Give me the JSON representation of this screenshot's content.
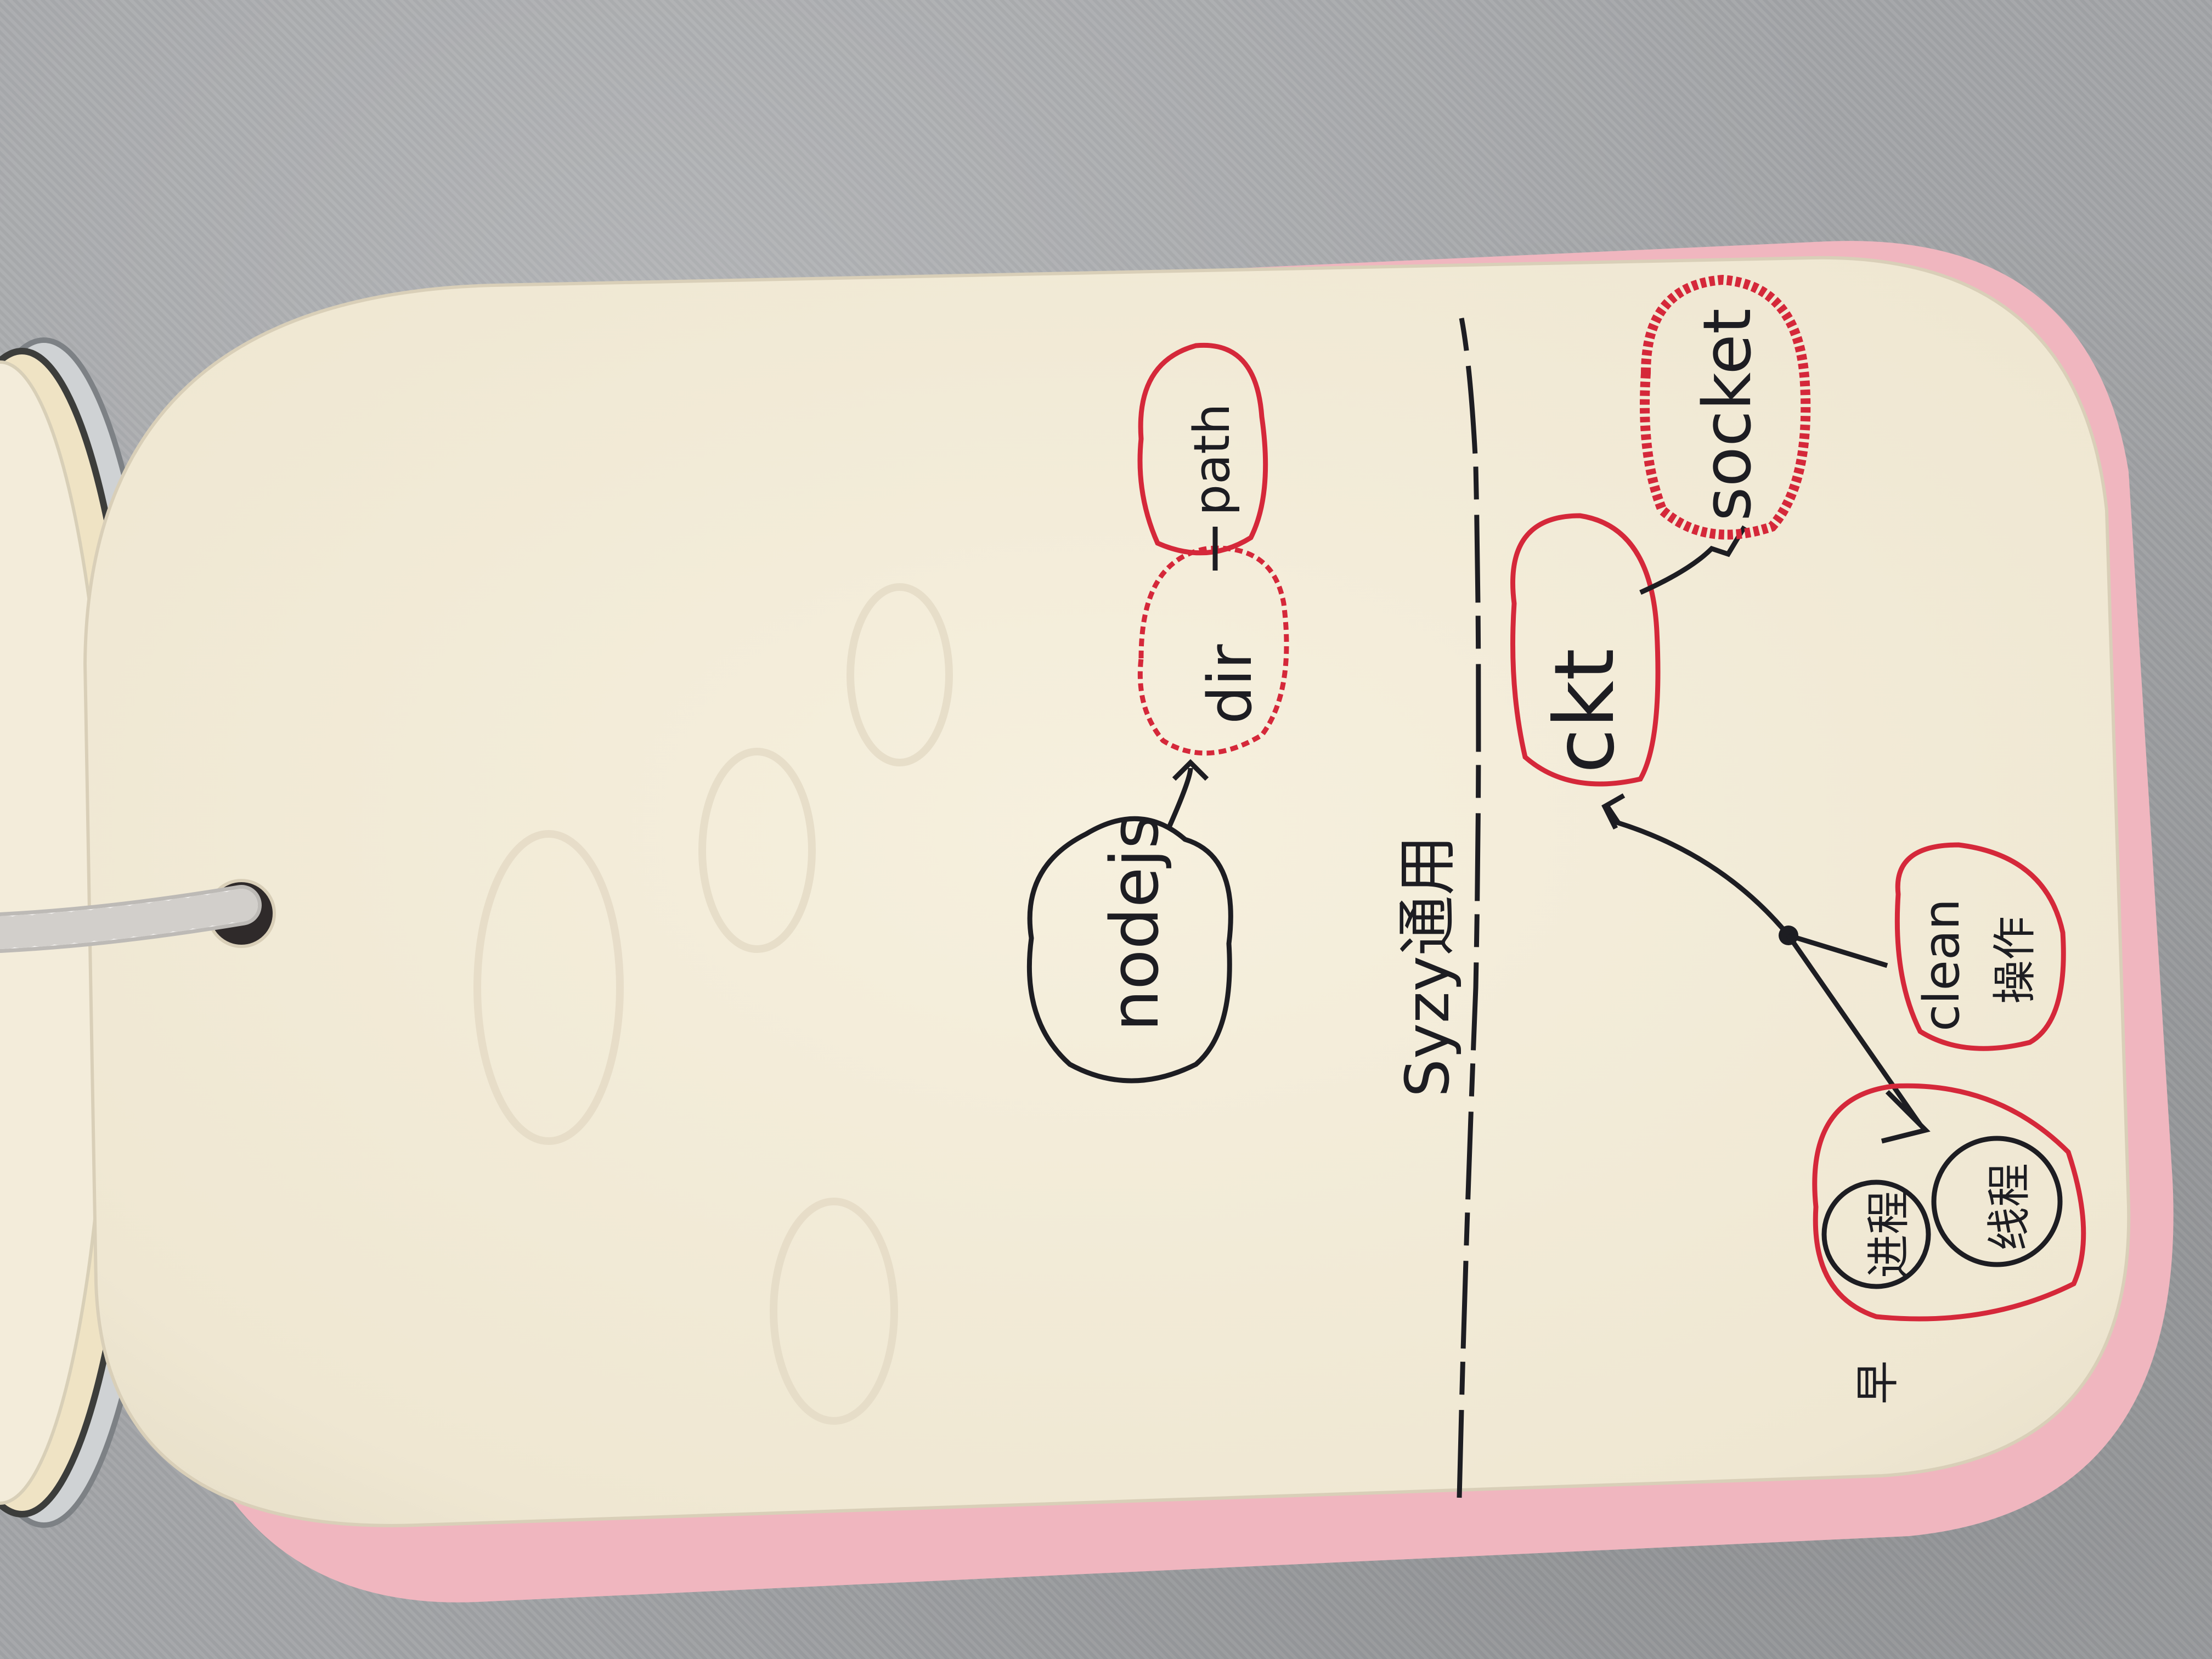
{
  "notes": {
    "nodejs": "nodejs",
    "dir": "dir",
    "path": "path",
    "divider_label": "Syzy通用",
    "ckt": "ckt",
    "socket": "socket",
    "clean_label": "clean",
    "clean_sub": "操作",
    "circle_a": "进程",
    "circle_b": "线程",
    "bottom_label": "早"
  },
  "colors": {
    "paper": "#f3ecda",
    "red_ink": "#d5283a",
    "black_ink": "#1d1d22",
    "pink_edge": "#f0b6bf",
    "string": "#f2f0ee",
    "background": "#a3a5a8"
  }
}
